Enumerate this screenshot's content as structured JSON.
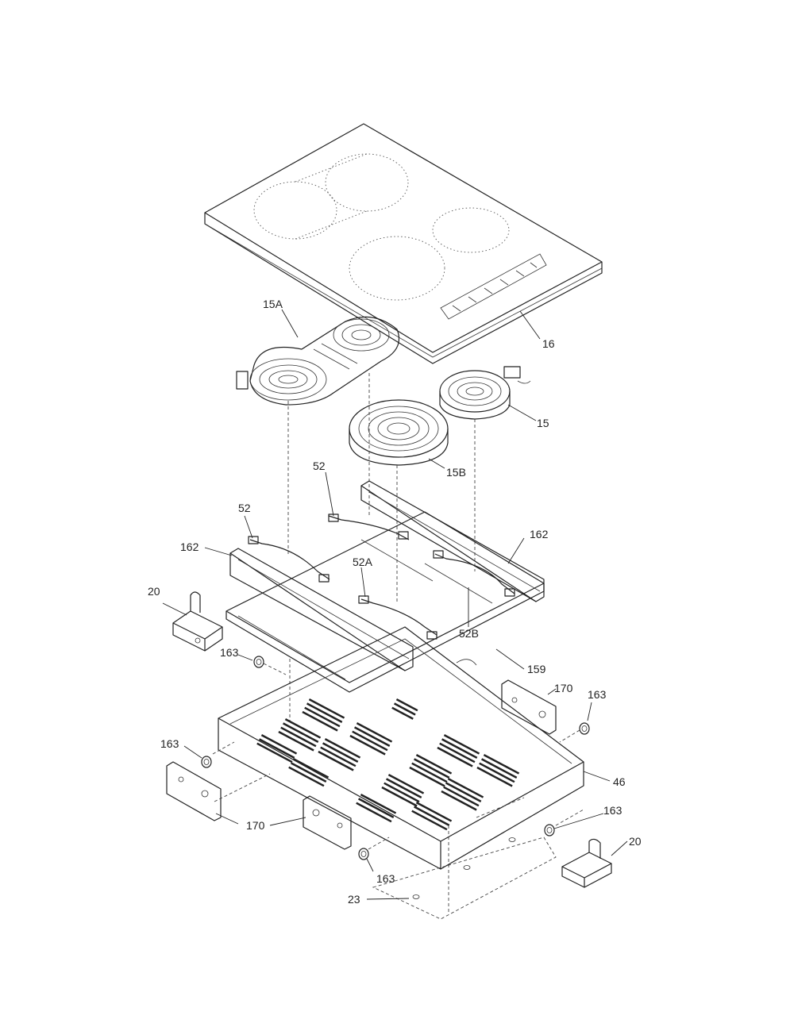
{
  "callouts": {
    "c16": "16",
    "c15A": "15A",
    "c15": "15",
    "c15B": "15B",
    "c52_top": "52",
    "c52_left": "52",
    "c162_left": "162",
    "c162_right": "162",
    "c52A": "52A",
    "c52B": "52B",
    "c20_left": "20",
    "c20_right": "20",
    "c163_a": "163",
    "c163_b": "163",
    "c163_c": "163",
    "c163_d": "163",
    "c163_e": "163",
    "c159": "159",
    "c170_top": "170",
    "c170_bottom": "170",
    "c46": "46",
    "c23": "23"
  }
}
